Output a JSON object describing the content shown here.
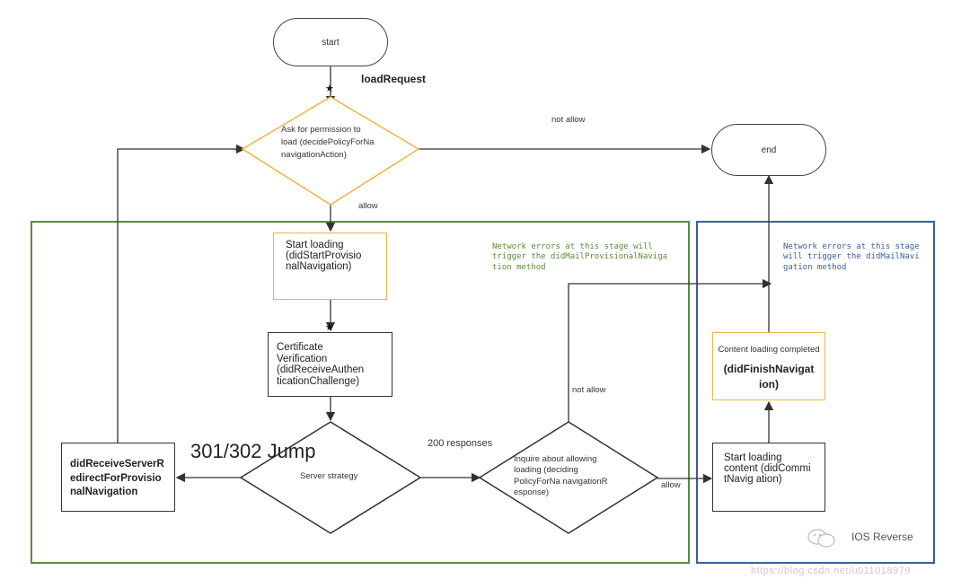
{
  "nodes": {
    "start": "start",
    "end": "end",
    "load_request": "loadRequest",
    "ask_permission": [
      "Ask for permission to",
      "load (decidePolicyForNa",
      "navigationAction)"
    ],
    "start_loading": [
      "Start loading",
      "(didStartProvisio",
      "nalNavigation)"
    ],
    "certificate": [
      "Certificate",
      "Verification",
      "(didReceiveAuthen",
      "ticationChallenge)"
    ],
    "server_strategy": "Server strategy",
    "redirect": [
      "didReceiveServerR",
      "edirectForProvisio",
      "nalNavigation"
    ],
    "inquire": [
      "Inquire about allowing",
      "loading (deciding",
      "PolicyForNa navigationR",
      "esponse)"
    ],
    "start_loading_content": [
      "Start loading",
      "content (didCommi",
      "tNavig ation)"
    ],
    "content_completed": "Content loading completed",
    "did_finish": [
      "(didFinishNavigat",
      "ion)"
    ]
  },
  "edge_labels": {
    "not_allow_top": "not allow",
    "allow_top": "allow",
    "jump_301_302": "301/302 Jump",
    "responses_200": "200 responses",
    "not_allow_mid": "not allow",
    "allow_right": "allow"
  },
  "notes": {
    "green": [
      "Network errors at this stage will",
      "trigger the didMailProvisionalNaviga",
      "tion method"
    ],
    "blue": [
      "Network errors at this stage",
      "will trigger the didMailNavi",
      "gation method"
    ]
  },
  "markers": {
    "star_top": "★",
    "star_mid": "★",
    "arrow_left": "→"
  },
  "watermark": {
    "brand": "IOS Reverse",
    "url": "https://blog.csdn.net/u011018979"
  },
  "colors": {
    "green_region": "#5c8a3a",
    "blue_region": "#3a5f9c",
    "orange_node": "#f0b444",
    "dark_node": "#333333"
  }
}
